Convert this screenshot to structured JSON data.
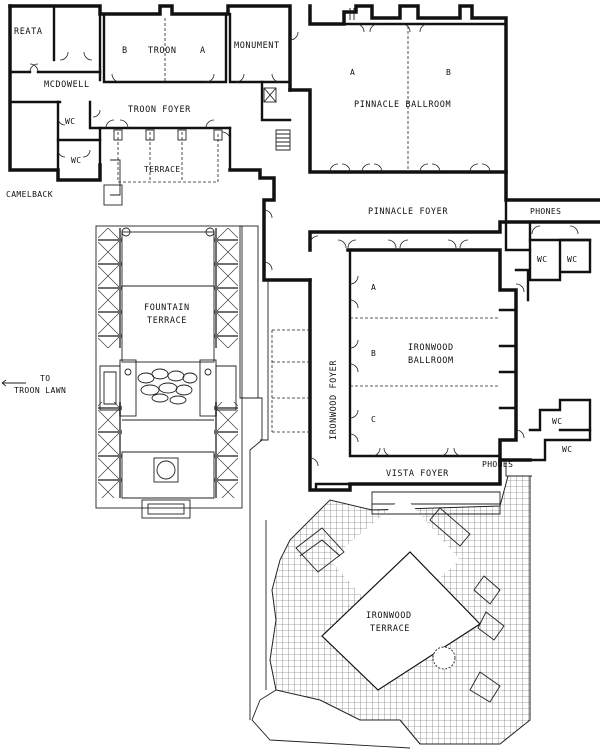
{
  "labels": {
    "reata": "REATA",
    "mcdowell": "MCDOWELL",
    "troon_b": "B",
    "troon": "TROON",
    "troon_a": "A",
    "monument": "MONUMENT",
    "troon_foyer": "TROON FOYER",
    "wc_1": "WC",
    "wc_2": "WC",
    "terrace": "TERRACE",
    "camelback": "CAMELBACK",
    "pinnacle_a": "A",
    "pinnacle_b": "B",
    "pinnacle_ballroom": "PINNACLE BALLROOM",
    "pinnacle_foyer": "PINNACLE FOYER",
    "phones_1": "PHONES",
    "wc_3": "WC",
    "wc_4": "WC",
    "fountain_terrace_1": "FOUNTAIN",
    "fountain_terrace_2": "TERRACE",
    "to_troon_lawn_1": "TO",
    "to_troon_lawn_2": "TROON LAWN",
    "ironwood_foyer": "IRONWOOD FOYER",
    "ironwood_a": "A",
    "ironwood_b": "B",
    "ironwood_c": "C",
    "ironwood_ballroom_1": "IRONWOOD",
    "ironwood_ballroom_2": "BALLROOM",
    "wc_5": "WC",
    "wc_6": "WC",
    "phones_2": "PHONES",
    "vista_foyer": "VISTA FOYER",
    "ironwood_terrace_1": "IRONWOOD",
    "ironwood_terrace_2": "TERRACE"
  }
}
